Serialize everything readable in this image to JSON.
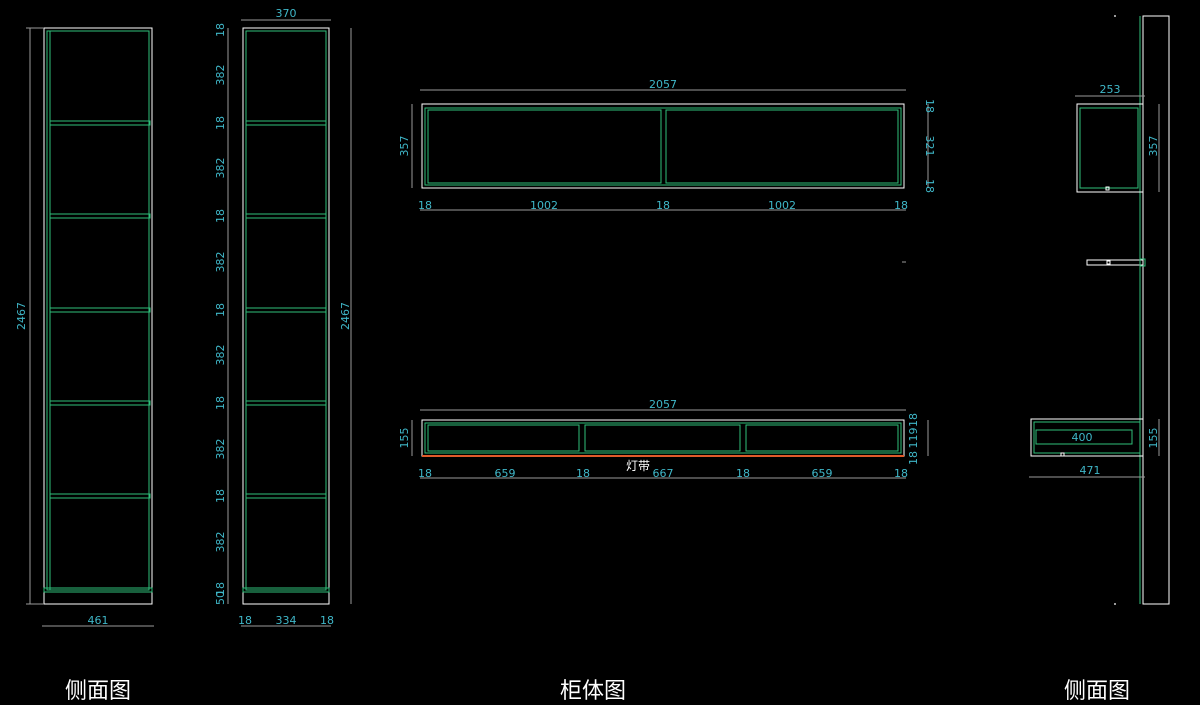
{
  "colors": {
    "background": "#000000",
    "outline": "#2fbf7a",
    "frame": "#ffffff",
    "dimension": "#3fb7c8",
    "light_strip": "#e05a2a"
  },
  "titles": {
    "side_view_left": "侧面图",
    "cabinet_view": "柜体图",
    "side_view_right": "侧面图"
  },
  "tall_cabinet_side": {
    "height": "2467",
    "width": "461"
  },
  "tall_cabinet_front": {
    "top_width": "370",
    "height": "2467",
    "vertical_dims": [
      "18",
      "382",
      "18",
      "382",
      "18",
      "382",
      "18",
      "382",
      "18",
      "382",
      "18",
      "382",
      "50",
      "18"
    ],
    "bottom_dims": [
      "18",
      "334",
      "18"
    ]
  },
  "wall_cabinet_front": {
    "width": "2057",
    "height": "357",
    "right_dims": [
      "18",
      "321",
      "18"
    ],
    "bottom_dims": [
      "18",
      "1002",
      "18",
      "1002",
      "18"
    ]
  },
  "tv_cabinet_front": {
    "width": "2057",
    "height": "155",
    "right_dims": [
      "18",
      "119",
      "18"
    ],
    "bottom_dims": [
      "18",
      "659",
      "18",
      "667",
      "18",
      "659",
      "18"
    ],
    "light_strip_label": "灯带"
  },
  "right_side_view": {
    "wall_cabinet_depth": "253",
    "wall_cabinet_height": "357",
    "tv_cabinet_inner": "400",
    "tv_cabinet_height": "155",
    "tv_cabinet_depth": "471"
  }
}
